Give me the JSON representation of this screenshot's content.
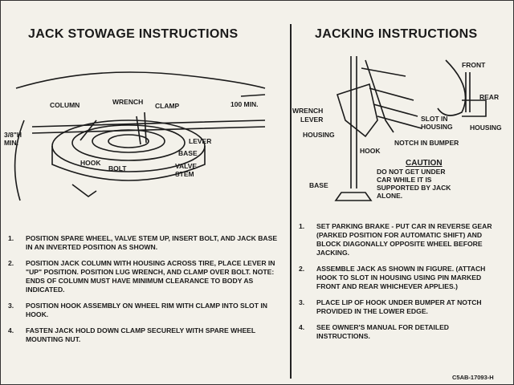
{
  "left": {
    "title": "JACK STOWAGE INSTRUCTIONS",
    "labels": {
      "column": "COLUMN",
      "wrench": "WRENCH",
      "clamp": "CLAMP",
      "min100": "100 MIN.",
      "min38a": "3/8\"H",
      "min38b": "MIN.",
      "lever": "LEVER",
      "base": "BASE",
      "hook": "HOOK",
      "bolt": "BOLT",
      "valve": "VALVE",
      "stem": "STEM"
    },
    "steps": [
      {
        "n": "1.",
        "text": "POSITION SPARE WHEEL, VALVE STEM UP, INSERT BOLT, AND JACK BASE IN AN INVERTED POSITION AS SHOWN."
      },
      {
        "n": "2.",
        "text": "POSITION JACK COLUMN WITH HOUSING ACROSS TIRE, PLACE LEVER IN \"UP\" POSITION. POSITION LUG WRENCH, AND CLAMP OVER BOLT. NOTE: ENDS OF COLUMN MUST HAVE MINIMUM CLEARANCE TO BODY AS INDICATED."
      },
      {
        "n": "3.",
        "text": "POSITION HOOK ASSEMBLY ON WHEEL RIM WITH CLAMP INTO SLOT IN HOOK."
      },
      {
        "n": "4.",
        "text": "FASTEN JACK HOLD DOWN CLAMP SECURELY WITH SPARE WHEEL MOUNTING NUT."
      }
    ]
  },
  "right": {
    "title": "JACKING INSTRUCTIONS",
    "labels": {
      "front": "FRONT",
      "rear": "REAR",
      "wrench": "WRENCH",
      "lever": "LEVER",
      "slot1": "SLOT IN",
      "slot2": "HOUSING",
      "housing_r": "HOUSING",
      "housing_l": "HOUSING",
      "notch": "NOTCH IN BUMPER",
      "hook": "HOOK",
      "base": "BASE"
    },
    "caution": {
      "heading": "CAUTION",
      "lines": [
        "DO NOT GET UNDER",
        "CAR WHILE IT IS",
        "SUPPORTED BY JACK",
        "ALONE."
      ]
    },
    "steps": [
      {
        "n": "1.",
        "text": "SET PARKING BRAKE - PUT CAR IN REVERSE GEAR (PARKED POSITION FOR AUTOMATIC SHIFT) AND BLOCK DIAGONALLY OPPOSITE WHEEL BEFORE JACKING."
      },
      {
        "n": "2.",
        "text": "ASSEMBLE JACK AS SHOWN IN FIGURE. (ATTACH HOOK TO SLOT IN HOUSING USING PIN MARKED FRONT AND REAR WHICHEVER APPLIES.)"
      },
      {
        "n": "3.",
        "text": "PLACE LIP OF HOOK UNDER BUMPER AT NOTCH PROVIDED IN THE LOWER EDGE."
      },
      {
        "n": "4.",
        "text": "SEE OWNER'S MANUAL FOR DETAILED INSTRUCTIONS."
      }
    ],
    "part_number": "C5AB-17093-H"
  }
}
